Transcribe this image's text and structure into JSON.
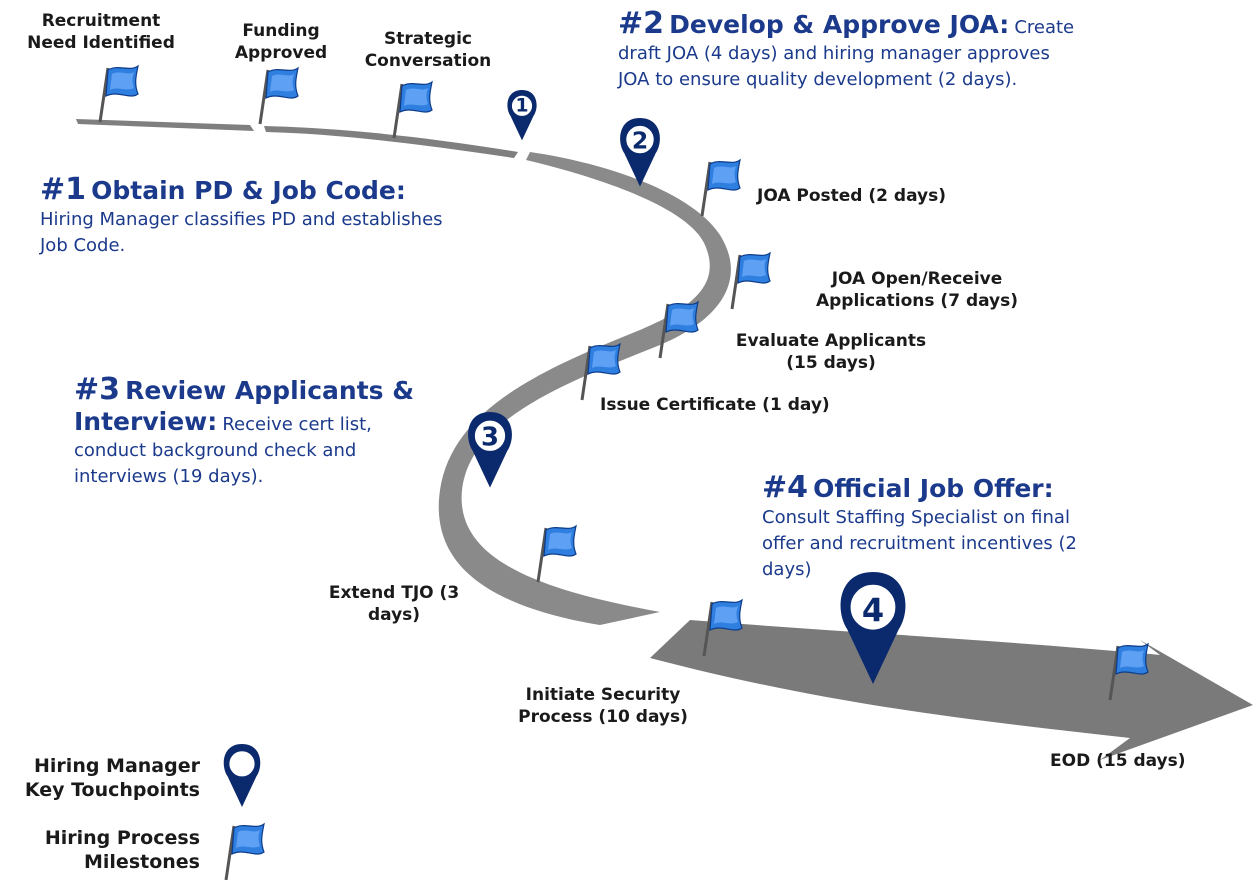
{
  "colors": {
    "navy": "#0b2a6e",
    "road": "#808080",
    "flag_blue": "#2f7fe0",
    "text_blue": "#1b3a8c"
  },
  "milestones": {
    "recruitment_need": "Recruitment\nNeed Identified",
    "funding_approved": "Funding\nApproved",
    "strategic_conversation": "Strategic\nConversation",
    "joa_posted": "JOA Posted (2 days)",
    "joa_open": "JOA Open/Receive\nApplications (7 days)",
    "evaluate_applicants": "Evaluate Applicants\n(15 days)",
    "issue_certificate": "Issue Certificate (1 day)",
    "extend_tjo": "Extend TJO (3\ndays)",
    "initiate_security": "Initiate Security\nProcess (10 days)",
    "eod": "EOD (15 days)"
  },
  "touchpoints": [
    "1",
    "2",
    "3",
    "4"
  ],
  "steps": {
    "s1": {
      "num": "#1",
      "title": "Obtain PD & Job Code",
      "colon": ":",
      "desc": "Hiring Manager classifies PD and establishes\nJob Code."
    },
    "s2": {
      "num": "#2",
      "title": "Develop & Approve JOA",
      "colon": ":",
      "desc_inline": "Create",
      "desc": "draft JOA (4 days) and hiring manager approves\nJOA to ensure quality development (2 days)."
    },
    "s3": {
      "num": "#3",
      "title_a": "Review Applicants &",
      "title_b": "Interview",
      "colon": ":",
      "desc_inline": "Receive cert list,",
      "desc": "conduct background check and\ninterviews (19 days)."
    },
    "s4": {
      "num": "#4",
      "title": "Official Job Offer",
      "colon": ":",
      "desc": "Consult Staffing Specialist on final\noffer and recruitment incentives (2\ndays)"
    }
  },
  "legend": {
    "touchpoints": "Hiring Manager\nKey Touchpoints",
    "milestones": "Hiring Process\nMilestones"
  },
  "icons": {
    "flag": "flag-icon",
    "pin": "map-pin-icon"
  }
}
